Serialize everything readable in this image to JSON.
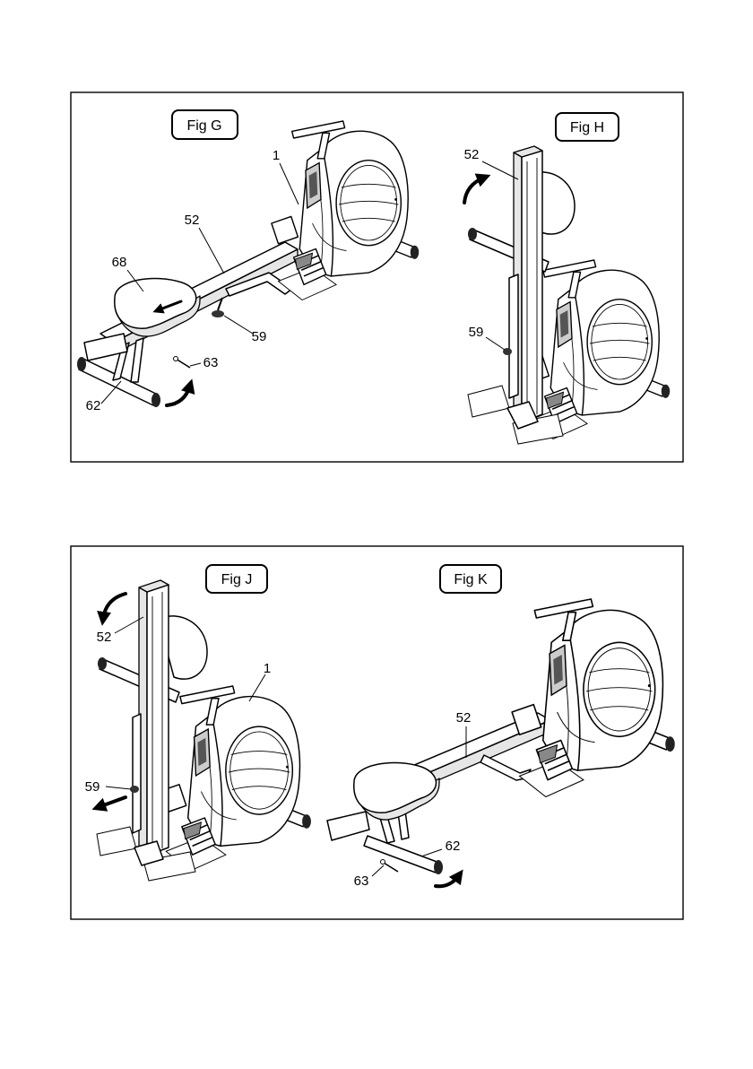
{
  "figures": {
    "fig_g": {
      "title": "Fig G",
      "callouts": {
        "c1": "1",
        "c52": "52",
        "c68": "68",
        "c59": "59",
        "c63": "63",
        "c62": "62"
      }
    },
    "fig_h": {
      "title": "Fig H",
      "callouts": {
        "c52": "52",
        "c59": "59"
      }
    },
    "fig_j": {
      "title": "Fig J",
      "callouts": {
        "c52": "52",
        "c1": "1",
        "c59": "59"
      }
    },
    "fig_k": {
      "title": "Fig K",
      "callouts": {
        "c52": "52",
        "c62": "62",
        "c63": "63"
      }
    }
  }
}
